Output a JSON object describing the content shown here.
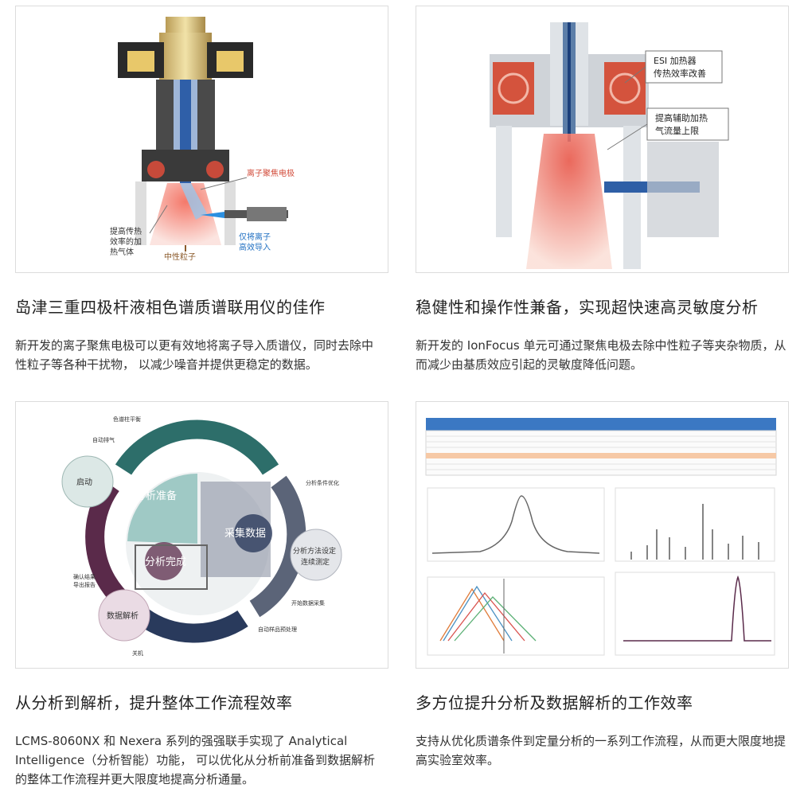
{
  "cards": [
    {
      "title": "岛津三重四极杆液相色谱质谱联用仪的佳作",
      "desc": "新开发的离子聚焦电极可以更有效地将离子导入质谱仪，同时去除中性粒子等各种干扰物， 以减少噪音并提供更稳定的数据。",
      "image": {
        "label_electrode": "离子聚焦电极",
        "label_gas_1": "提高传热",
        "label_gas_2": "效率的加",
        "label_gas_3": "热气体",
        "label_neutral": "中性粒子",
        "label_ions_1": "仅将离子",
        "label_ions_2": "高效导入"
      }
    },
    {
      "title": "稳健性和操作性兼备，实现超快速高灵敏度分析",
      "desc": "新开发的 IonFocus 单元可通过聚焦电极去除中性粒子等夹杂物质，从而减少由基质效应引起的灵敏度降低问题。",
      "image": {
        "callout1_line1": "ESI 加热器",
        "callout1_line2": "传热效率改善",
        "callout2_line1": "提高辅助加热",
        "callout2_line2": "气流量上限"
      }
    },
    {
      "title": "从分析到解析，提升整体工作流程效率",
      "desc": "LCMS-8060NX 和 Nexera 系列的强强联手实现了 Analytical Intelligence（分析智能）功能， 可以优化从分析前准备到数据解析的整体工作流程并更大限度地提高分析通量。",
      "image": {
        "step_prep": "分析准备",
        "step_collect": "采集数据",
        "step_done": "分析完成",
        "bubble_start": "启动",
        "bubble_method_1": "分析方法设定",
        "bubble_method_2": "连续测定",
        "bubble_analysis": "数据解析",
        "note_column": "色谱柱平衡",
        "note_purge": "自动排气",
        "note_optimize": "分析条件优化",
        "note_start_collect": "开始数据采集",
        "note_auto_sample": "自动样品预处理",
        "note_confirm_1": "确认结果",
        "note_confirm_2": "导出报告",
        "note_shutdown": "关机"
      }
    },
    {
      "title": "多方位提升分析及数据解析的工作效率",
      "desc": "支持从优化质谱条件到定量分析的一系列工作流程，从而更大限度地提高实验室效率。",
      "image": {}
    }
  ]
}
